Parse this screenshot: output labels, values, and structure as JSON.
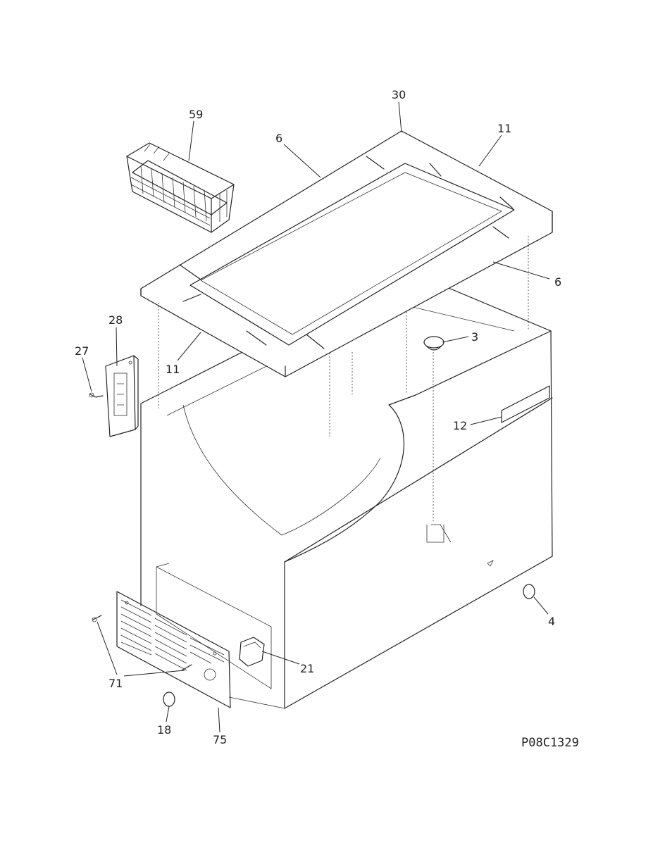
{
  "callouts": {
    "c30": "30",
    "c59": "59",
    "c6a": "6",
    "c11a": "11",
    "c6b": "6",
    "c3": "3",
    "c28": "28",
    "c27": "27",
    "c11b": "11",
    "c12": "12",
    "c4": "4",
    "c21": "21",
    "c71": "71",
    "c18": "18",
    "c75": "75"
  },
  "diagram_code": "P08C1329"
}
